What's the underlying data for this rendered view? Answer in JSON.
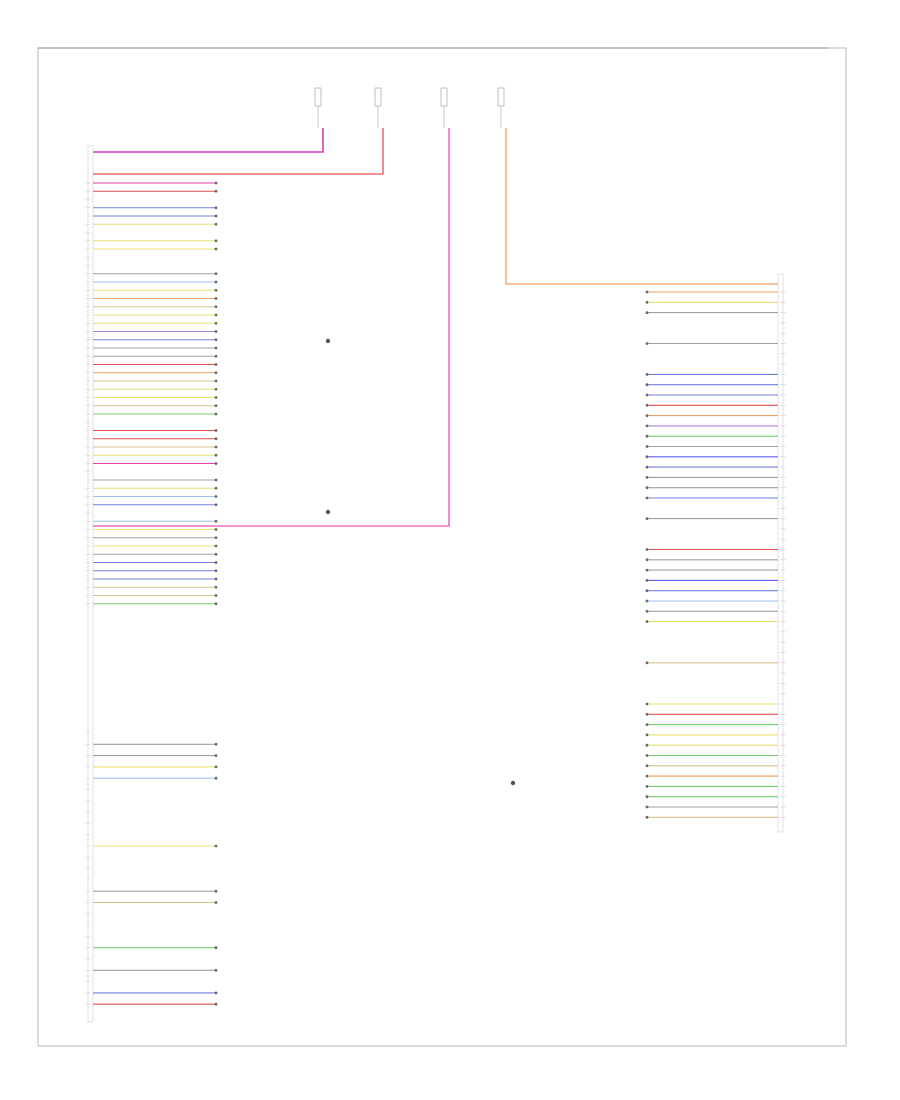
{
  "footer": {
    "caption": ""
  },
  "diagram": {
    "top_fuses": [
      {
        "label": "",
        "x": 0
      },
      {
        "label": "",
        "x": 1
      },
      {
        "label": "",
        "x": 2
      },
      {
        "label": "",
        "x": 3
      }
    ],
    "left_block": {
      "title": "",
      "bottom_label": ""
    },
    "right_block": {
      "title": "",
      "bottom_label": ""
    },
    "colors": {
      "pink": "#e040a0",
      "magenta": "#d040c0",
      "red": "#e05050",
      "blue": "#7080e0",
      "yellow": "#e8e070",
      "green": "#70d070",
      "orange": "#f0a060",
      "tan": "#d8c090",
      "gray": "#a0a0a0",
      "lightblue": "#a0c0f0",
      "purple": "#b080e0",
      "violet": "#6060f0"
    },
    "left_wires": [
      "pink",
      "red",
      "",
      "blue",
      "blue",
      "yellow",
      "",
      "yellow",
      "yellow",
      "",
      "",
      "gray",
      "lightblue",
      "yellow",
      "orange",
      "tan",
      "yellow",
      "yellow",
      "purple",
      "blue",
      "gray",
      "gray",
      "red",
      "orange",
      "tan",
      "yellow",
      "yellow",
      "tan",
      "green",
      "",
      "red",
      "red",
      "tan",
      "yellow",
      "pink",
      "",
      "gray",
      "yellow",
      "lightblue",
      "blue",
      "",
      "lightblue",
      "yellow",
      "gray",
      "yellow",
      "gray",
      "blue",
      "blue",
      "blue",
      "tan",
      "tan",
      "green"
    ],
    "left_lower_wires": [
      "",
      "gray",
      "gray",
      "yellow",
      "lightblue",
      "",
      "",
      "",
      "",
      "",
      "yellow",
      "",
      "",
      "",
      "gray",
      "tan",
      "",
      "",
      "",
      "green",
      "",
      "gray",
      "",
      "blue",
      "red"
    ],
    "right_wires": [
      "orange",
      "yellow",
      "gray",
      "",
      "",
      "gray",
      "",
      "",
      "blue",
      "blue",
      "blue",
      "red",
      "orange",
      "purple",
      "green",
      "gray",
      "violet",
      "blue",
      "gray",
      "gray",
      "blue",
      "",
      "gray",
      "",
      "",
      "red",
      "gray",
      "gray",
      "violet",
      "blue",
      "lightblue",
      "gray",
      "yellow",
      "",
      "",
      "",
      "tan",
      "",
      "",
      "",
      "yellow",
      "red",
      "green",
      "yellow",
      "yellow",
      "green",
      "tan",
      "orange",
      "green",
      "green",
      "gray",
      "tan"
    ]
  }
}
